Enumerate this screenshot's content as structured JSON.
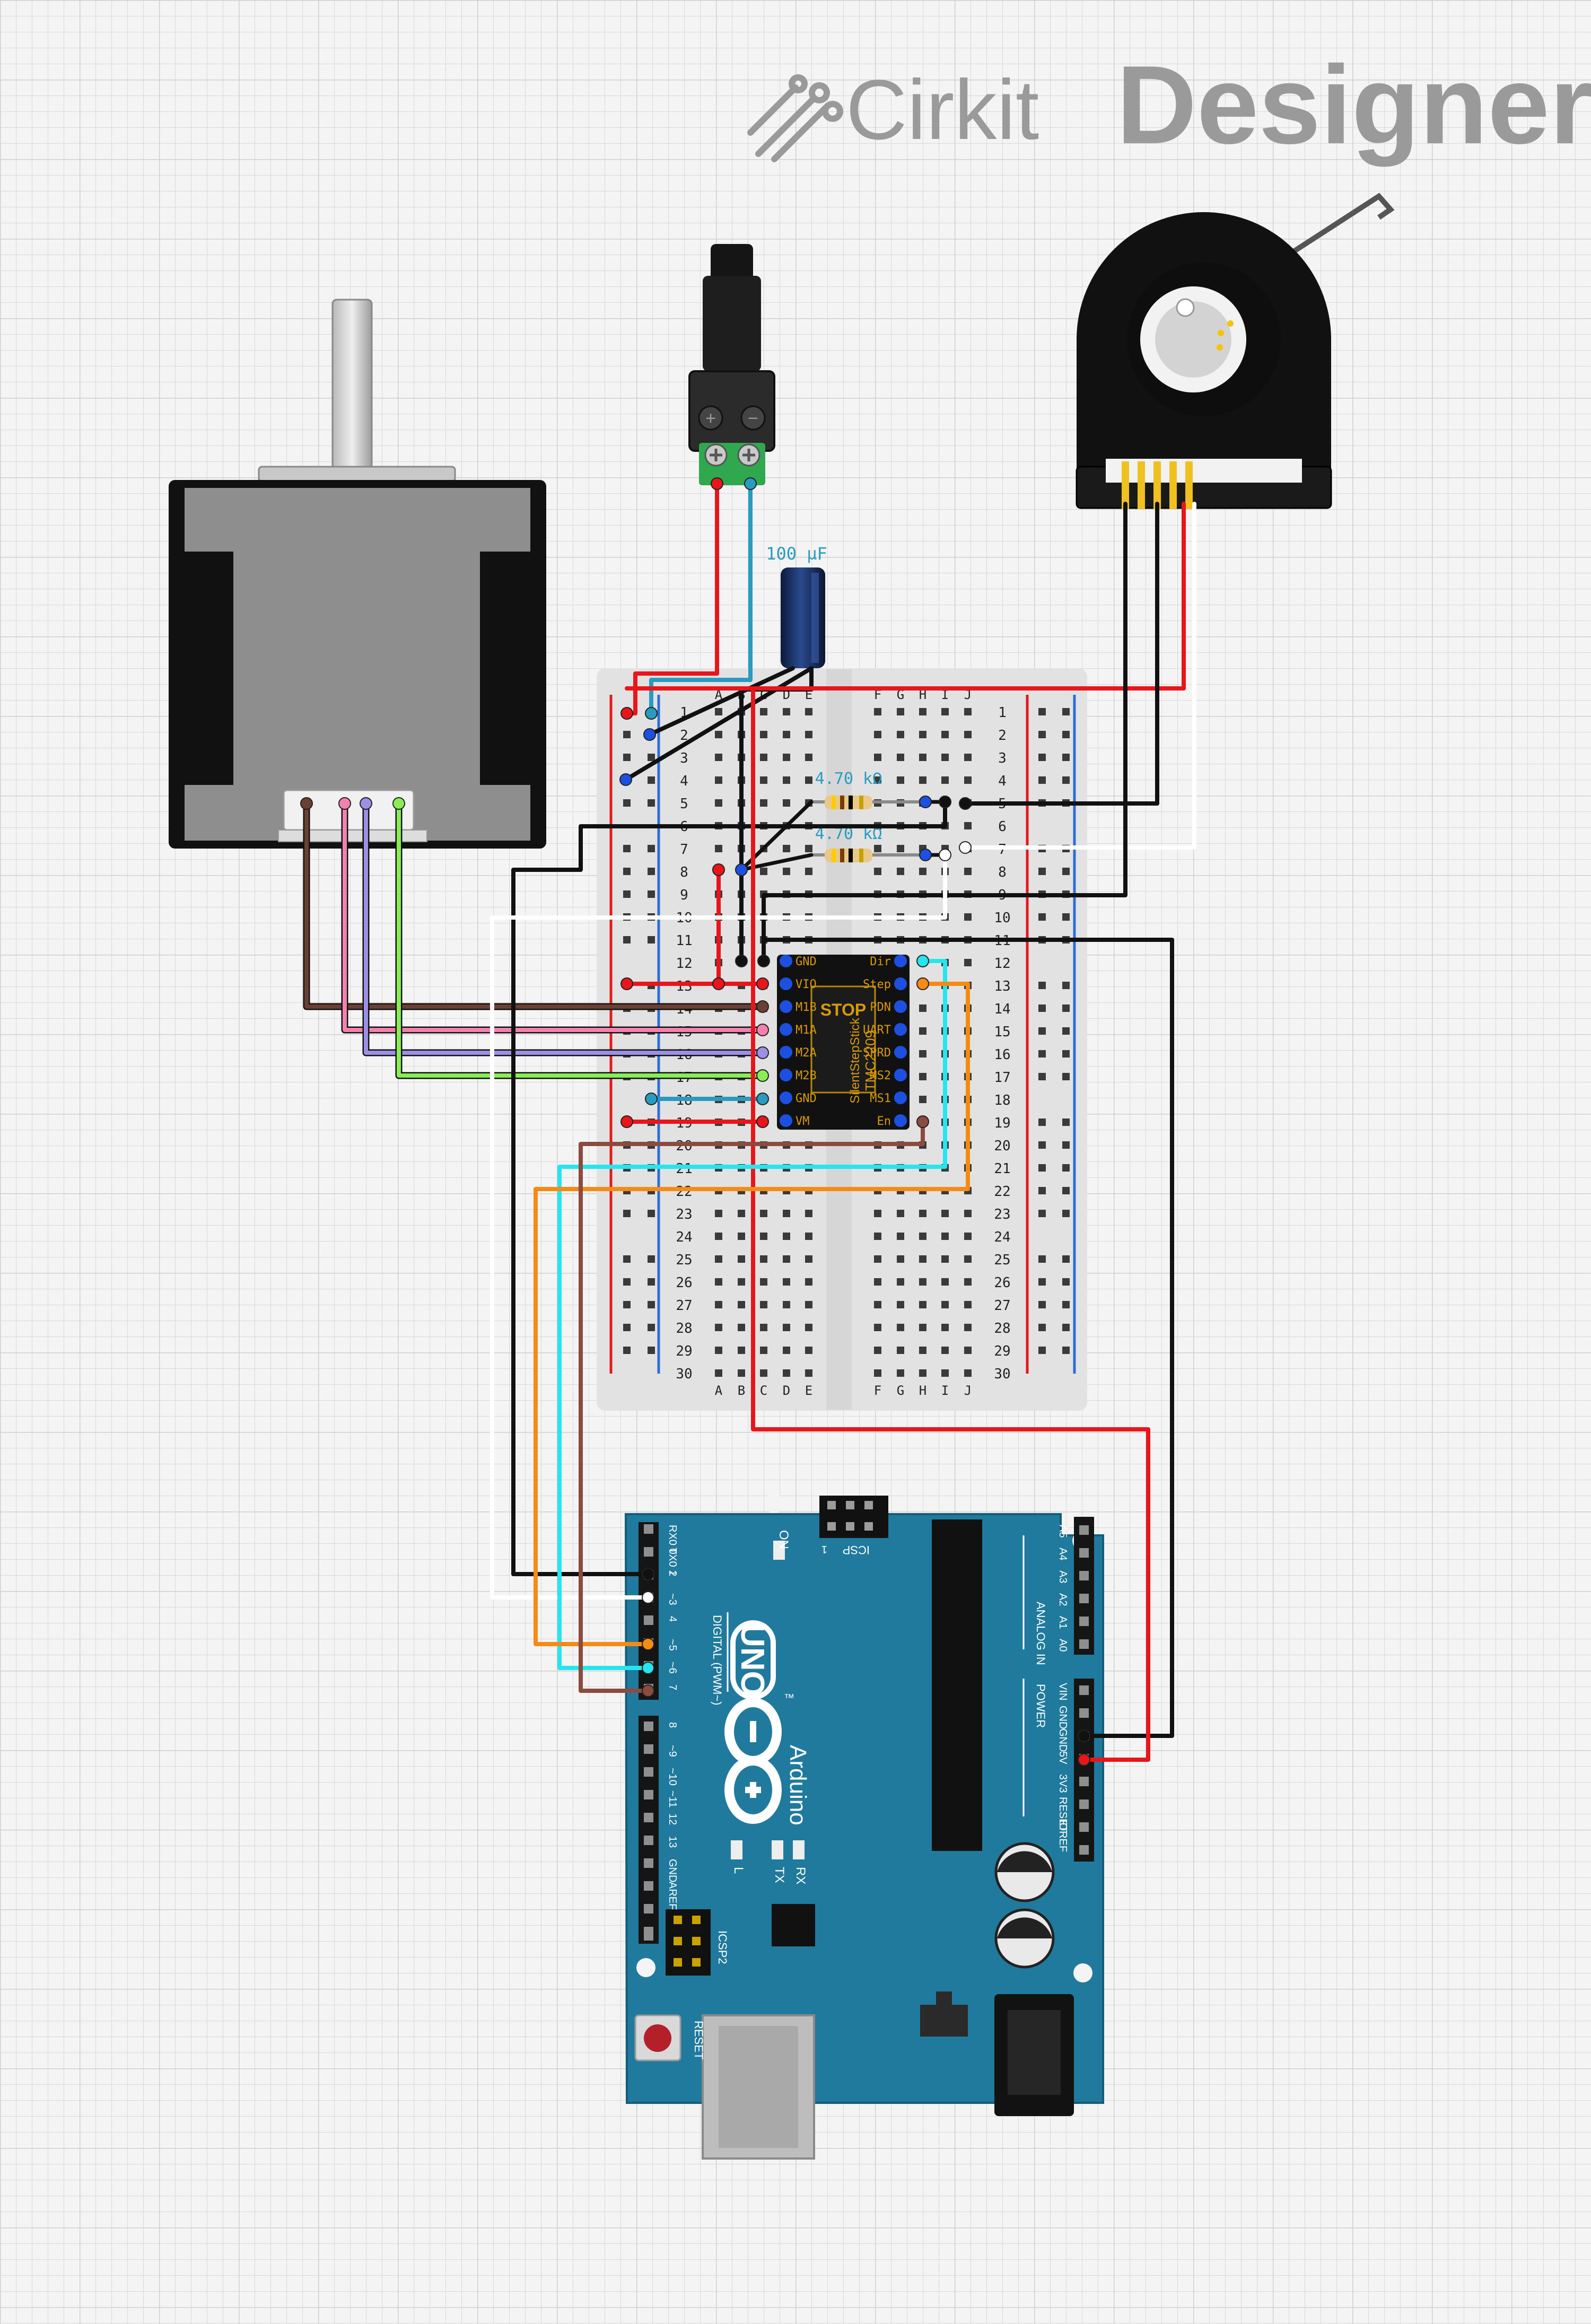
{
  "brand": {
    "name_light": "Cirkit",
    "name_bold": "Designer"
  },
  "components": {
    "capacitor": {
      "label": "100 µF"
    },
    "resistor_1": {
      "label": "4.70 kΩ"
    },
    "resistor_2": {
      "label": "4.70 kΩ"
    },
    "dc_jack": {
      "plus": "+",
      "minus": "−"
    },
    "driver": {
      "chip_name": "TMC2209",
      "brand_text": "STOP",
      "product": "SilentStepStick",
      "left_pins": [
        "GND",
        "VIO",
        "M1B",
        "M1A",
        "M2A",
        "M2B",
        "GND",
        "VM"
      ],
      "right_pins": [
        "Dir",
        "Step",
        "PDN",
        "UART",
        "SPRD",
        "MS2",
        "MS1",
        "En"
      ]
    }
  },
  "breadboard": {
    "columns_left": [
      "A",
      "B",
      "C",
      "D",
      "E"
    ],
    "columns_right": [
      "F",
      "G",
      "H",
      "I",
      "J"
    ],
    "rows": [
      "1",
      "2",
      "3",
      "4",
      "5",
      "6",
      "7",
      "8",
      "9",
      "10",
      "11",
      "12",
      "13",
      "14",
      "15",
      "16",
      "17",
      "18",
      "19",
      "20",
      "21",
      "22",
      "23",
      "24",
      "25",
      "26",
      "27",
      "28",
      "29",
      "30"
    ]
  },
  "arduino": {
    "model": "UNO",
    "brand": "Arduino",
    "digital_header_label": "DIGITAL (PWM~)",
    "digital_pins_top": [
      "RX0 0",
      "TX0 1",
      "2",
      "~3",
      "4",
      "~5",
      "~6",
      "7"
    ],
    "digital_pins_bottom": [
      "8",
      "~9",
      "~10",
      "~11",
      "12",
      "13",
      "GND",
      "AREF"
    ],
    "analog_header_label": "ANALOG IN",
    "analog_pins": [
      "A5",
      "A4",
      "A3",
      "A2",
      "A1",
      "A0"
    ],
    "power_header_label": "POWER",
    "power_pins": [
      "VIN",
      "GND",
      "GND",
      "5V",
      "3V3",
      "RESET",
      "IOREF"
    ],
    "on_label": "ON",
    "icsp_label": "ICSP",
    "icsp2_label": "ICSP2",
    "icsp_pin1": "1",
    "led_l": "L",
    "led_tx": "TX",
    "led_rx": "RX",
    "reset_label": "RESET",
    "tm": "™"
  },
  "colors": {
    "wire_red": "#e8151b",
    "wire_black": "#111111",
    "wire_blue": "#2a9bc0",
    "wire_white": "#ffffff",
    "wire_cyan": "#25e6ee",
    "wire_orange": "#f58a14",
    "wire_brown": "#8b4c3f",
    "wire_pink": "#f480b0",
    "wire_purple": "#9b8fe6",
    "wire_green": "#88ee55",
    "arduino_blue": "#1f7a9e",
    "grid_bg": "#f4f4f4"
  }
}
